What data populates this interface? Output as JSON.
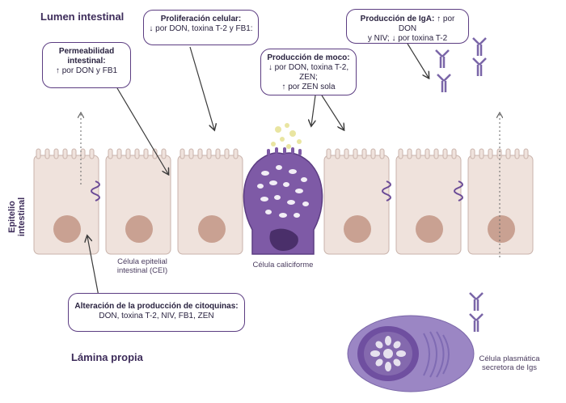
{
  "regions": {
    "lumen": "Lumen intestinal",
    "epithelium": "Epitelio intestinal",
    "lamina": "Lámina propia"
  },
  "boxes": {
    "proliferation": {
      "title": "Proliferación celular:",
      "line1": "↓ por DON, toxina T-2 y FB1:"
    },
    "permeability": {
      "title1": "Permeabilidad",
      "title2": "intestinal:",
      "line1": "↑ por DON y FB1"
    },
    "mucus": {
      "title": "Producción de moco:",
      "line1": "↓ por DON, toxina T-2, ZEN;",
      "line2": "↑ por ZEN sola"
    },
    "iga": {
      "title": "Producción de IgA:",
      "title_tail": " ↑ por DON",
      "line1": "y NIV; ↓ por toxina T-2"
    },
    "cytokines": {
      "title": "Alteración de la producción de citoquinas:",
      "line1": "DON, toxina T-2, NIV, FB1, ZEN"
    }
  },
  "cells": {
    "enterocyte1": "Célula epitelial",
    "enterocyte2": "intestinal (CEI)",
    "goblet": "Célula caliciforme",
    "plasma1": "Célula plasmática",
    "plasma2": "secretora de Igs"
  },
  "colors": {
    "cell_fill": "#efe2dc",
    "cell_stroke": "#c9b3ab",
    "nucleus": "#c9a192",
    "goblet": "#7e5aa6",
    "accent": "#5c3d82",
    "plasma": "#9b86c4",
    "mucus_dots": "#e9e5a1"
  }
}
